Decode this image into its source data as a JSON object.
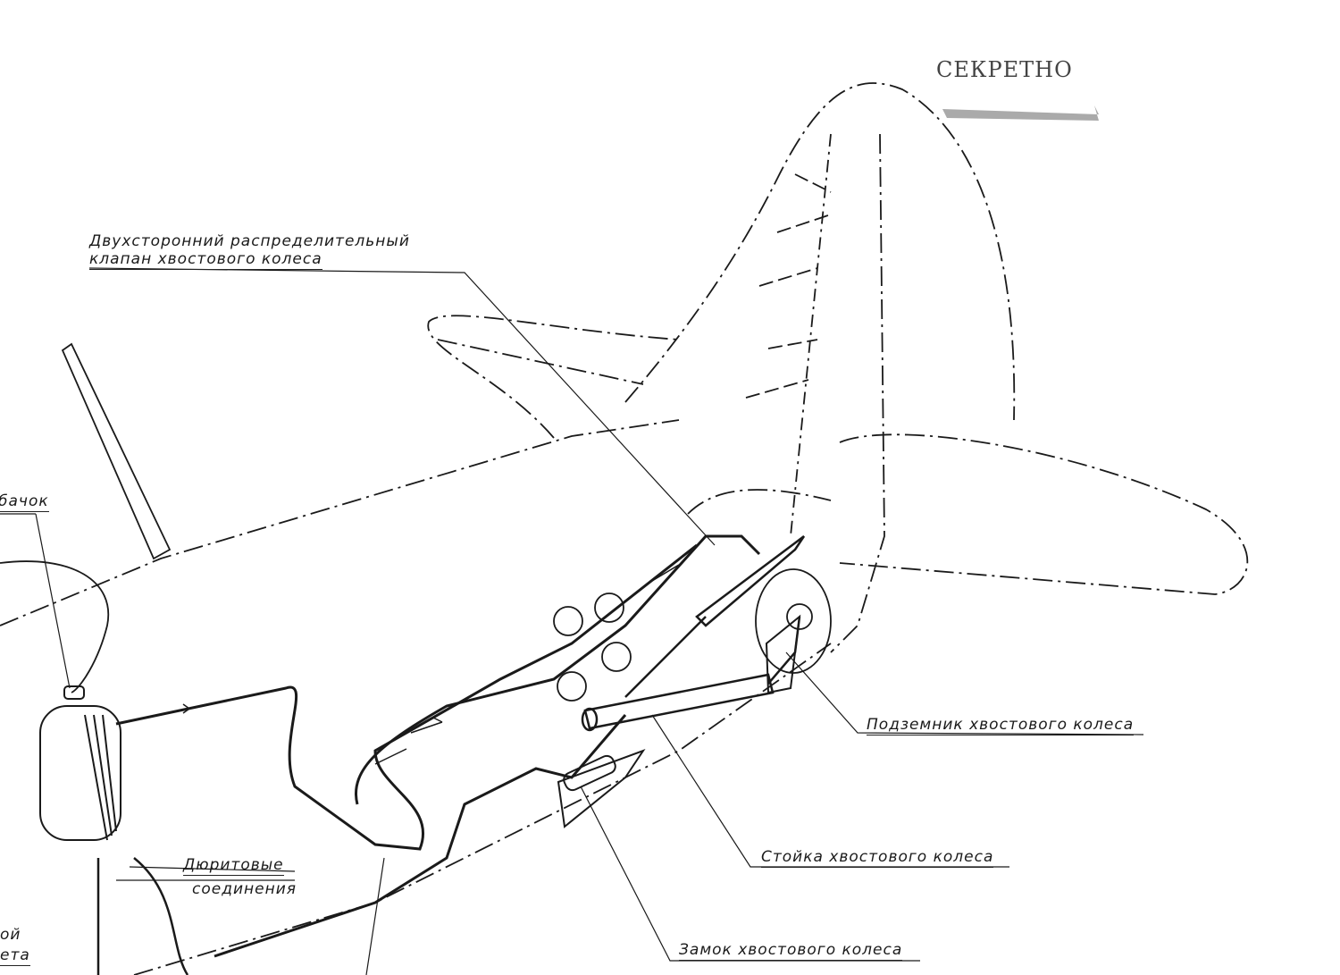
{
  "stamp": "СЕКРЕТНО",
  "labels": {
    "valve_line1": "Двухсторонний распределительный",
    "valve_line2": "клапан хвостового колеса",
    "tank": "бачок",
    "hose_line1": "Дюритовые",
    "hose_line2": "соединения",
    "lift": "Подземник хвостового колеса",
    "strut": "Стойка хвостового колеса",
    "lock": "Замок хвостового колеса",
    "cut_left1": "ой",
    "cut_left2": "ета"
  },
  "colors": {
    "ink": "#1a1a1a",
    "paper": "#ffffff"
  }
}
